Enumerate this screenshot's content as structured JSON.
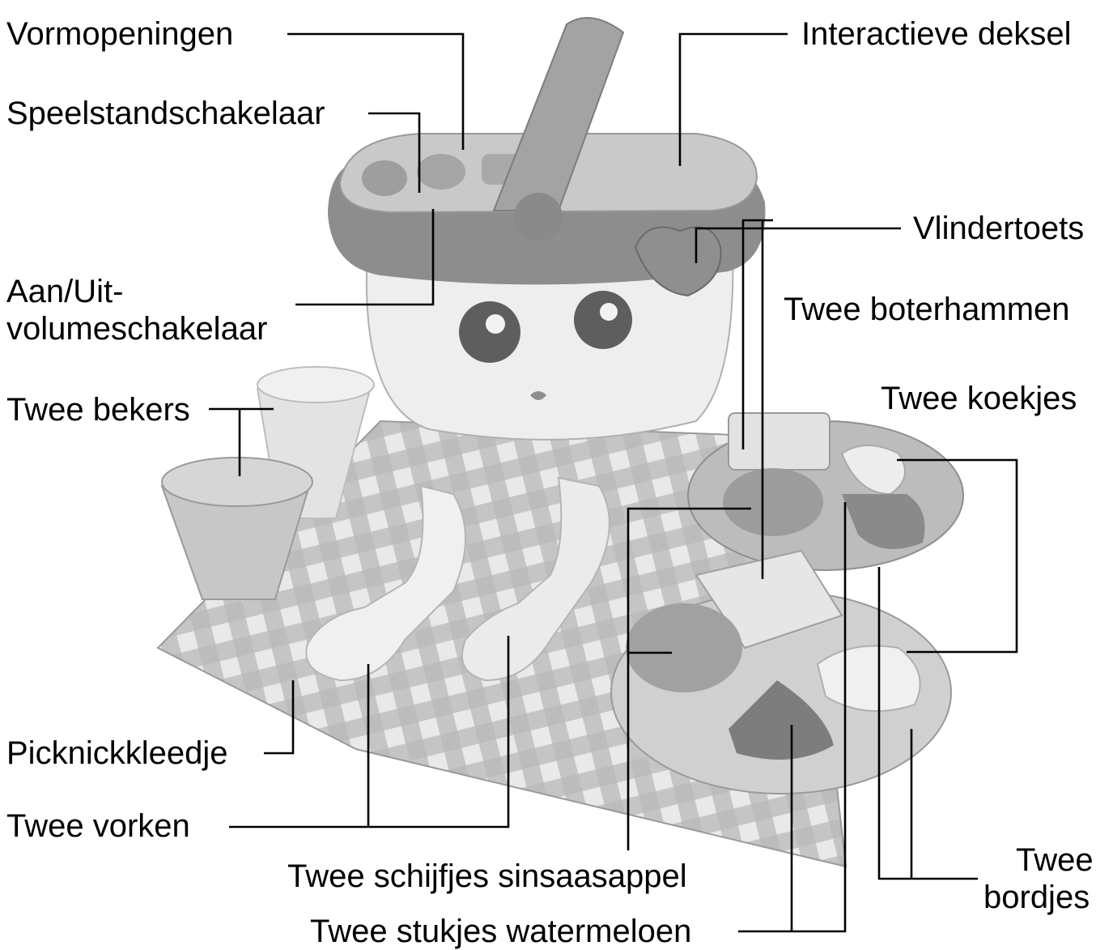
{
  "labels": {
    "vormopeningen": "Vormopeningen",
    "interactieve_deksel": "Interactieve deksel",
    "speelstandschakelaar": "Speelstandschakelaar",
    "vlindertoets": "Vlindertoets",
    "aan_uit_line1": "Aan/Uit-",
    "aan_uit_line2": "volumeschakelaar",
    "twee_boterhammen": "Twee boterhammen",
    "twee_bekers": "Twee bekers",
    "twee_koekjes": "Twee koekjes",
    "picknickkleedje": "Picknickkleedje",
    "twee_vorken": "Twee vorken",
    "twee_schijfjes_sinsaasappel": "Twee schijfjes sinsaasappel",
    "twee_bordjes_line1": "Twee",
    "twee_bordjes_line2": "bordjes",
    "twee_stukjes_watermeloen": "Twee stukjes watermeloen"
  },
  "colors": {
    "background": "#ffffff",
    "toy_light": "#e6e6e6",
    "toy_mid": "#c4c4c4",
    "toy_dark": "#8e8e8e",
    "leader_lines": "#000000"
  }
}
